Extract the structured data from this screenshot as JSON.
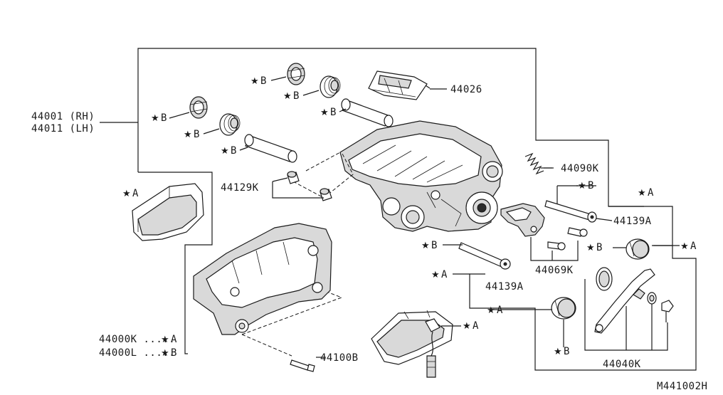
{
  "diagram": {
    "code": "M441002H",
    "marks": {
      "star": "★",
      "a": "A",
      "b": "B"
    },
    "labels": {
      "p44001": "44001 (RH)",
      "p44011": "44011 (LH)",
      "p44026": "44026",
      "p44090k": "44090K",
      "p44129k": "44129K",
      "p44139a_upper": "44139A",
      "p44139a_lower": "44139A",
      "p44069k": "44069K",
      "p44000k": "44000K .....",
      "p44000l": "44000L .....",
      "p44100b": "44100B",
      "p44040k": "44040K"
    }
  }
}
